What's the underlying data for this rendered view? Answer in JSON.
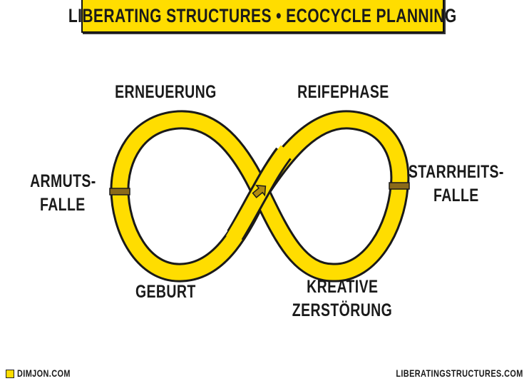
{
  "title": "LIBERATING STRUCTURES • ECOCYCLE PLANNING",
  "labels": {
    "erneuerung": "ERNEUERUNG",
    "reifephase": "REIFEPHASE",
    "armuts_1": "ARMUTS-",
    "armuts_2": "FALLE",
    "starrheits_1": "STARRHEITS-",
    "starrheits_2": "FALLE",
    "geburt": "GEBURT",
    "kreative_1": "KREATIVE",
    "kreative_2": "ZERSTÖRUNG"
  },
  "footer": {
    "left": "DIMJON.COM",
    "right": "LIBERATINGSTRUCTURES.COM"
  },
  "colors": {
    "accent": "#FFDD00",
    "trap": "#8a6a1a",
    "ink": "#1a1a1a"
  }
}
